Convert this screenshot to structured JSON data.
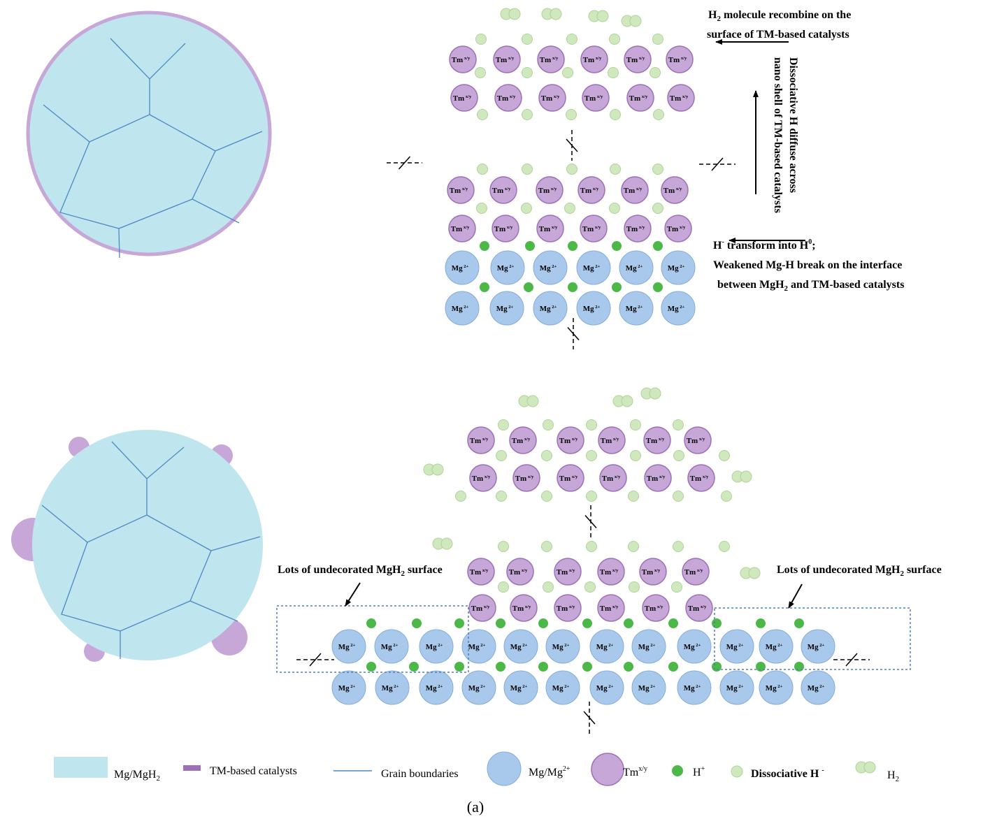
{
  "colors": {
    "mg_fill": "#a9c9ec",
    "mg_stroke": "#86acd8",
    "tm_fill": "#c7a6d8",
    "tm_stroke": "#9c71b8",
    "grain_fill": "#bfe6ee",
    "grain_line": "#4e87c4",
    "h_plus": "#4cb848",
    "h_diss": "#cfe8bd",
    "h_diss_stroke": "#b0d39a"
  },
  "labels": {
    "tm": "Tm",
    "tm_sup": "x/y",
    "mg": "Mg",
    "mg_sup": "2+"
  },
  "annotations": {
    "top_right_1a": "H",
    "top_right_1sub": "2",
    "top_right_1b": " molecule recombine on the",
    "top_right_2": "surface of TM-based catalysts",
    "vertical_1": "Dissociative H diffuse across",
    "vertical_2": "nano shell of TM-based catalysts",
    "mid_1a": "H",
    "mid_1sup": "-",
    "mid_1b": " transform into H",
    "mid_1sup2": "0",
    "mid_1c": ";",
    "mid_2": "Weakened Mg-H break on the interface",
    "mid_3a": "between MgH",
    "mid_3sub": "2",
    "mid_3b": " and TM-based catalysts",
    "undecorated_a": "Lots of undecorated MgH",
    "undecorated_sub": "2",
    "undecorated_b": " surface"
  },
  "legend": {
    "mg_mgh2_a": "Mg/MgH",
    "mg_mgh2_sub": "2",
    "tm_catalysts": "TM-based catalysts",
    "grain_boundaries": "Grain boundaries",
    "mg_ion": "Mg/Mg",
    "mg_ion_sup": "2+",
    "tm_ion": "Tm",
    "tm_ion_sup": "x/y",
    "h_plus": "H",
    "h_plus_sup": "+",
    "diss_h": "Dissociative H ",
    "diss_h_sup": "-",
    "h2": "H",
    "h2_sub": "2"
  },
  "caption": "(a)"
}
